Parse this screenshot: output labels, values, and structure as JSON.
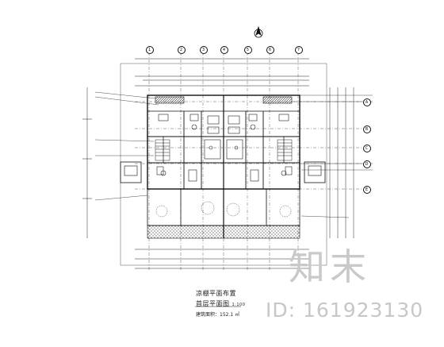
{
  "drawing": {
    "title": "凉棚平面布置",
    "subtitle": "首层平面图",
    "scale": "1:100",
    "note": "建筑面积：152.1 ㎡"
  },
  "grid": {
    "columns": [
      "1",
      "2",
      "3",
      "4",
      "5",
      "6",
      "7"
    ],
    "rows": [
      "A",
      "B",
      "C",
      "D",
      "E"
    ]
  },
  "watermark": {
    "logo": "知末",
    "id": "ID: 161923130"
  },
  "colors": {
    "line": "#111111",
    "hatch": "#333333",
    "watermark": "#c8c8c8"
  }
}
